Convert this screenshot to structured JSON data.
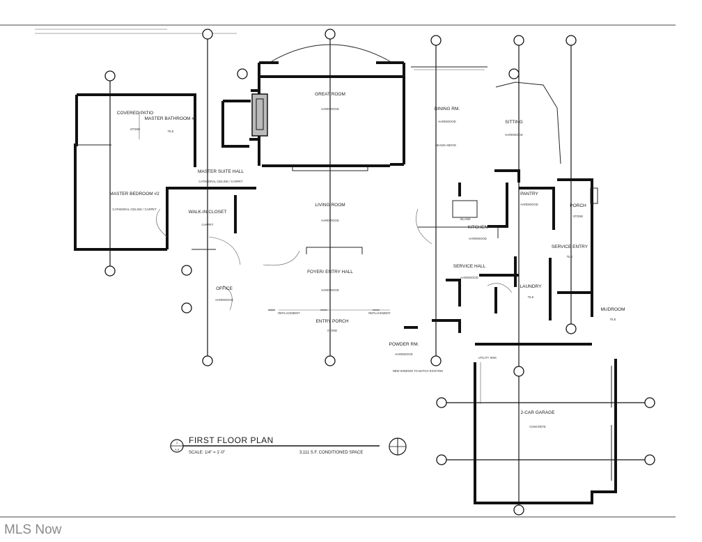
{
  "drawing": {
    "title": "FIRST FLOOR PLAN",
    "scale": "SCALE: 1/4\" = 1'-0\"",
    "area": "3,111 S.F. CONDITIONED SPACE",
    "sheet_ref_top": "1",
    "sheet_ref_bottom": "A-2"
  },
  "rooms": [
    {
      "id": "covered-patio",
      "name": "COVERED PATIO",
      "spec": "STONE"
    },
    {
      "id": "master-bathroom",
      "name": "MASTER BATHROOM #2",
      "spec": "TILE"
    },
    {
      "id": "master-bedroom",
      "name": "MASTER BEDROOM #2",
      "spec": "CATHEDRAL CEILING / CARPET"
    },
    {
      "id": "master-suite-hall",
      "name": "MASTER SUITE HALL",
      "spec": "CATHEDRAL CEILING / CARPET"
    },
    {
      "id": "walk-in-closet",
      "name": "WALK-IN CLOSET",
      "spec": "CARPET"
    },
    {
      "id": "office",
      "name": "OFFICE",
      "spec": "HARDWOOD"
    },
    {
      "id": "great-room",
      "name": "GREAT ROOM",
      "spec": "HARDWOOD"
    },
    {
      "id": "living-room",
      "name": "LIVING ROOM",
      "spec": "HARDWOOD"
    },
    {
      "id": "foyer",
      "name": "FOYER/ ENTRY HALL",
      "spec": "HARDWOOD"
    },
    {
      "id": "entry-porch",
      "name": "ENTRY PORCH",
      "spec": "STONE"
    },
    {
      "id": "dining-rm",
      "name": "DINING RM.",
      "spec": "HARDWOOD"
    },
    {
      "id": "sitting",
      "name": "SITTING",
      "spec": "HARDWOOD"
    },
    {
      "id": "pantry",
      "name": "PANTRY",
      "spec": "HARDWOOD"
    },
    {
      "id": "porch",
      "name": "PORCH",
      "spec": "STONE"
    },
    {
      "id": "kitchen",
      "name": "KITCHEN",
      "spec": "HARDWOOD"
    },
    {
      "id": "service-entry",
      "name": "SERVICE ENTRY",
      "spec": "TILE"
    },
    {
      "id": "service-hall",
      "name": "SERVICE HALL",
      "spec": "HARDWOOD"
    },
    {
      "id": "laundry",
      "name": "LAUNDRY",
      "spec": "TILE"
    },
    {
      "id": "mudroom",
      "name": "MUDROOM",
      "spec": "TILE"
    },
    {
      "id": "powder-rm",
      "name": "POWDER RM.",
      "spec": "HARDWOOD"
    },
    {
      "id": "garage",
      "name": "2-CAR GARAGE",
      "spec": "CONCRETE"
    }
  ],
  "notes": {
    "beams_above": "BEAMS ABOVE",
    "island": "ISLAND",
    "replacement": "REPLACEMENT",
    "new_window": "NEW WINDOW TO MATCH EXISTING",
    "utility_sink": "UTILITY SINK"
  },
  "watermark": "MLS Now"
}
